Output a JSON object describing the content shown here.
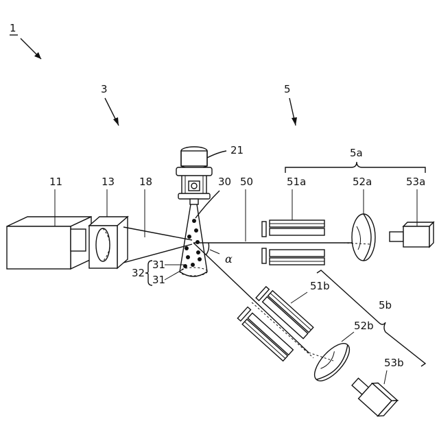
{
  "figure": {
    "labels": {
      "system": "1",
      "particle_unit": "3",
      "detection_unit": "5",
      "detector_a_group": "5a",
      "detector_b_group": "5b",
      "light_source": "11",
      "lens_13": "13",
      "beam_18": "18",
      "feeder": "21",
      "particle_stream": "30",
      "scattered_light": "50",
      "particle_top": "31",
      "particle_bottom": "31",
      "particle_group": "32",
      "angle": "α",
      "filter_a": "51a",
      "lens_a": "52a",
      "camera_a": "53a",
      "filter_b": "51b",
      "lens_b": "52b",
      "camera_b": "53b"
    }
  }
}
